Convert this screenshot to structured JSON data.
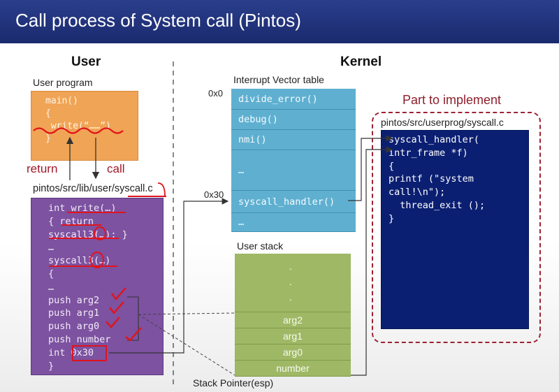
{
  "title": "Call process of System call (Pintos)",
  "user": {
    "header": "User",
    "program_label": "User program",
    "program_code": "main()\n{\n write(“……”)\n}",
    "return_label": "return",
    "call_label": "call",
    "syscall_path": "pintos/src/lib/user/syscall.c",
    "syscall_code": "int write(…)\n{ return\nsyscall3(…); }\n…\nsyscall3(…)\n{\n…\npush arg2\npush arg1\npush arg0\npush number\nint 0x30\n}"
  },
  "kernel": {
    "header": "Kernel",
    "ivt_label": "Interrupt Vector table",
    "addr_0": "0x0",
    "addr_30": "0x30",
    "ivt_cells": [
      "divide_error()",
      "debug()",
      "nmi()",
      "…",
      "syscall_handler()",
      "…"
    ],
    "stack_label": "User stack",
    "stack_cells": [
      ".",
      ".",
      ".",
      "arg2",
      "arg1",
      "arg0",
      "number"
    ],
    "esp_label": "Stack Pointer(esp)",
    "impl_label": "Part to implement",
    "handler_path": "pintos/src/userprog/syscall.c",
    "handler_code": "syscall_handler(\nintr_frame *f)\n{\nprintf (\"system\ncall!\\n\");\n  thread_exit ();\n}"
  },
  "colors": {
    "title_bg": "#1b2a6e",
    "user_program": "#f0a455",
    "syscall_box": "#7d52a0",
    "ivt": "#5fb0d0",
    "user_stack": "#9fb865",
    "handler_box": "#0b1f72",
    "impl_border": "#9c2233",
    "annotation": "#e0141c"
  }
}
